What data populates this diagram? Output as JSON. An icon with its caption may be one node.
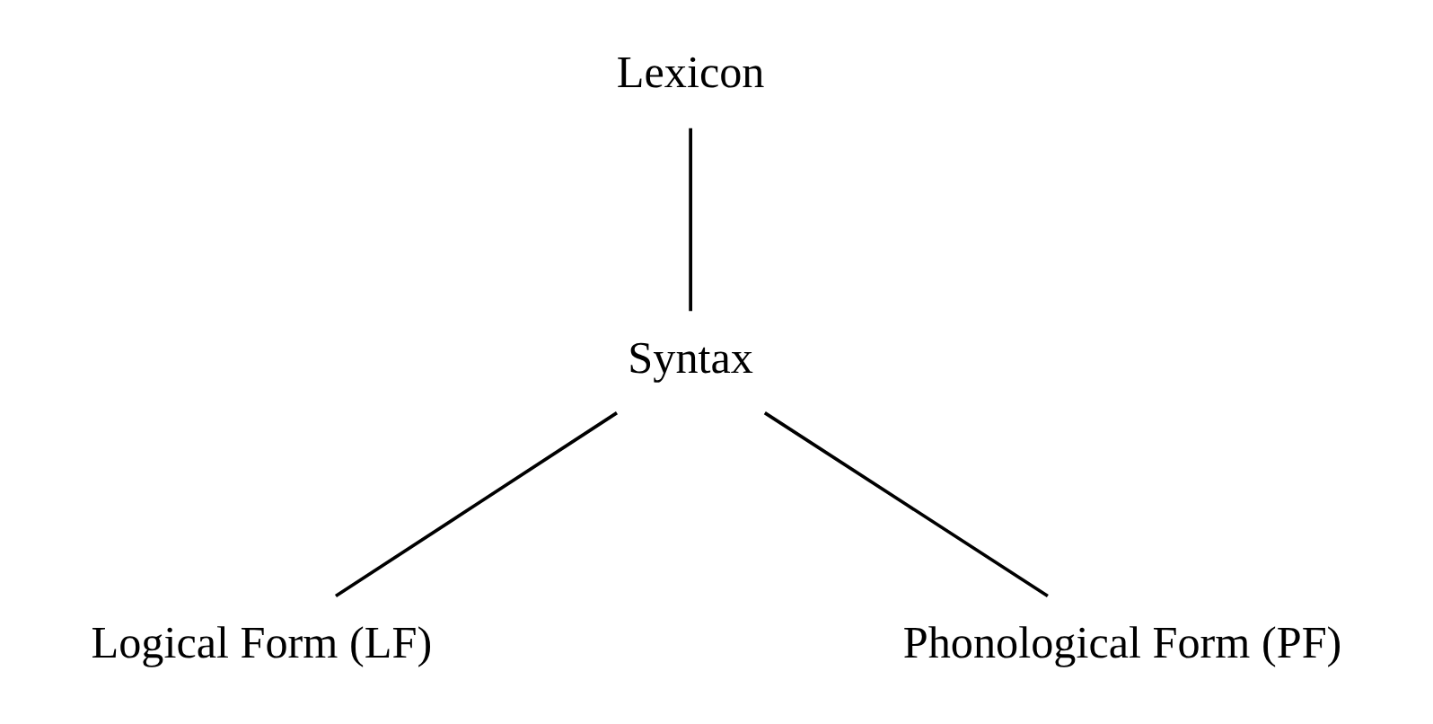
{
  "diagram": {
    "nodes": [
      {
        "text": [
          "Lexicon"
        ]
      },
      {
        "text": [
          "Syntax"
        ]
      },
      {
        "text": [
          "Logical Form (LF)"
        ]
      },
      {
        "text": [
          "Phonological Form (PF)"
        ]
      }
    ],
    "edges": [
      {
        "from": 0,
        "to": 1,
        "arrow": "none"
      },
      {
        "from": 1,
        "to": 2,
        "arrow": "none"
      },
      {
        "from": 1,
        "to": 3,
        "arrow": "none"
      }
    ]
  }
}
